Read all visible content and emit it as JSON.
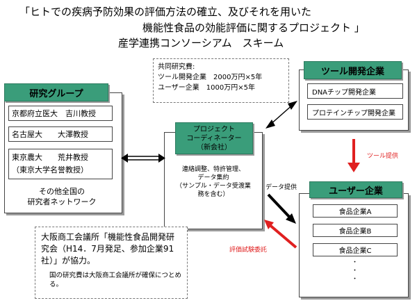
{
  "title": {
    "line1": "「ヒトでの疾病予防効果の評価方法の確立、及びそれを用いた",
    "line2": "機能性食品の効能評価に関するプロジェクト 」",
    "line3": "産学連携コンソーシアム　スキーム"
  },
  "funding": {
    "header": "共同研究費:",
    "tool": "ツール開発企業　2000万円×5年",
    "user": "ユーザー企業　1000万円×5年"
  },
  "research_group": {
    "header": "研究グループ",
    "members": [
      "京都府立医大　吉川教授",
      "名古屋大　　大澤教授",
      "東京農大　　荒井教授",
      "（東京大学名誉教授）"
    ],
    "network": [
      "その他全国の",
      "研究者ネットワーク"
    ]
  },
  "coordinator": {
    "header": [
      "プロジェクト",
      "コーディネーター",
      "（新会社）"
    ],
    "roles": [
      "連絡調整、特許管理、",
      "データ集約",
      "（サンプル・データ受渡業",
      "務を含む）"
    ]
  },
  "tool_companies": {
    "header": "ツール開発企業",
    "items": [
      "DNAチップ開発企業",
      "プロテインチップ開発企業"
    ]
  },
  "user_companies": {
    "header": "ユーザー企業",
    "items": [
      "食品企業A",
      "食品企業B",
      "食品企業C"
    ],
    "more": "・\n・\n・"
  },
  "flows": {
    "tool_supply": "ツール提供",
    "data_supply": "データ提供",
    "evaluation_request": "評価試験委託"
  },
  "osaka": {
    "main": "大阪商工会議所「機能性食品開発研究会（H14．7月発足、参加企業91社）」が協力。",
    "note": "国の研究費は大阪商工会議所が確保につとめる。"
  },
  "colors": {
    "header_green": "#3a9d7a",
    "arrow_red": "#e02020",
    "arrow_black": "#000000"
  }
}
